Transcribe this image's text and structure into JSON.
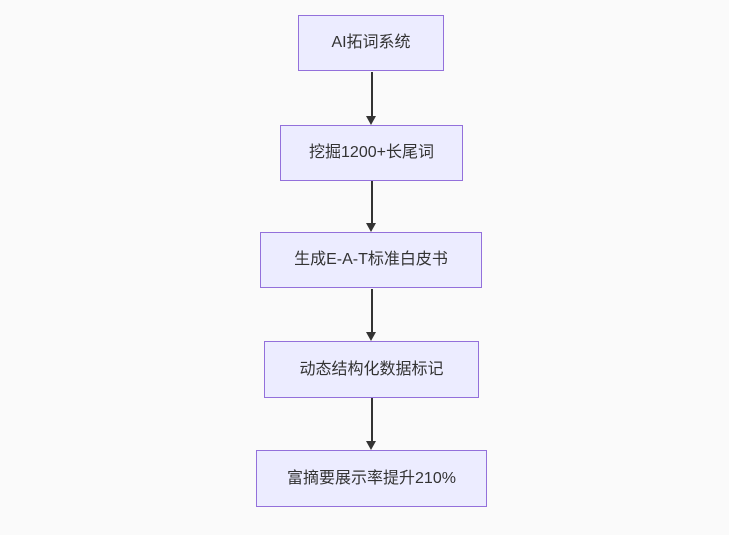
{
  "page": {
    "background": "#fafafa"
  },
  "flowchart": {
    "type": "flowchart",
    "direction": "top-down",
    "colors": {
      "node_fill": "#ECECFF",
      "node_border": "#9370DB",
      "edge": "#333333",
      "text": "#333333"
    },
    "nodes": [
      {
        "label": "AI拓词系统"
      },
      {
        "label": "挖掘1200+长尾词"
      },
      {
        "label": "生成E-A-T标准白皮书"
      },
      {
        "label": "动态结构化数据标记"
      },
      {
        "label": "富摘要展示率提升210%"
      }
    ],
    "edges": [
      {
        "from": 0,
        "to": 1,
        "arrow": "down"
      },
      {
        "from": 1,
        "to": 2,
        "arrow": "down"
      },
      {
        "from": 2,
        "to": 3,
        "arrow": "down"
      },
      {
        "from": 3,
        "to": 4,
        "arrow": "down"
      }
    ]
  }
}
